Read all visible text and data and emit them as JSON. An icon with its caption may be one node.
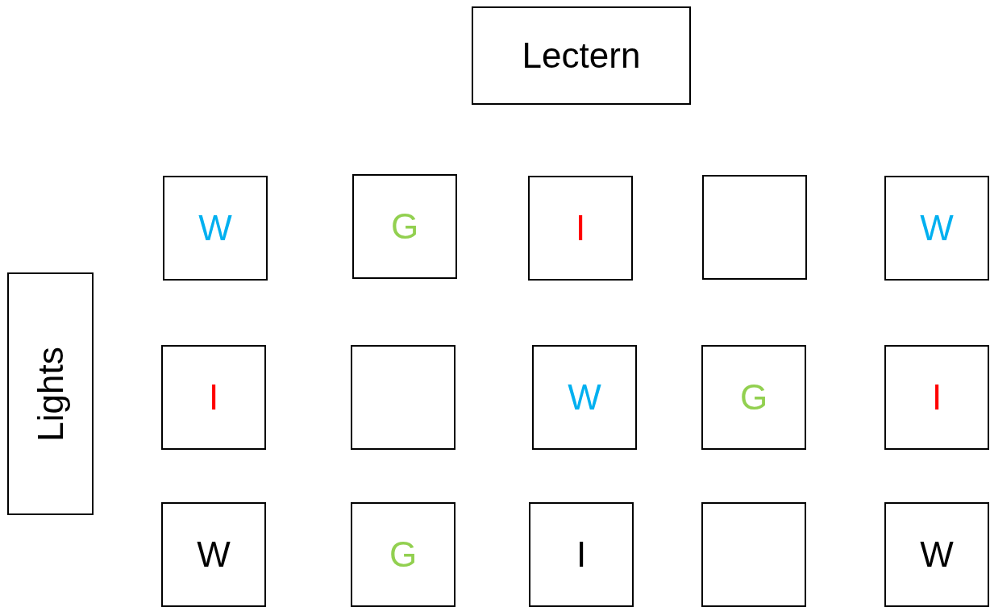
{
  "diagram": {
    "nodes": [
      {
        "text": [
          "Lectern"
        ]
      },
      {
        "text": [
          "W"
        ]
      },
      {
        "text": [
          "G"
        ]
      },
      {
        "text": [
          "I"
        ]
      },
      {
        "text": [],
        "shape": "box"
      },
      {
        "text": [
          "W"
        ]
      },
      {
        "text": [
          "Lights"
        ]
      },
      {
        "text": [
          "I"
        ]
      },
      {
        "text": [],
        "shape": "box"
      },
      {
        "text": [
          "W"
        ]
      },
      {
        "text": [
          "G"
        ]
      },
      {
        "text": [
          "I"
        ]
      },
      {
        "text": [
          "W"
        ]
      },
      {
        "text": [
          "G"
        ]
      },
      {
        "text": [
          "I"
        ]
      },
      {
        "text": [],
        "shape": "box"
      },
      {
        "text": [
          "W"
        ]
      }
    ],
    "edges": []
  }
}
